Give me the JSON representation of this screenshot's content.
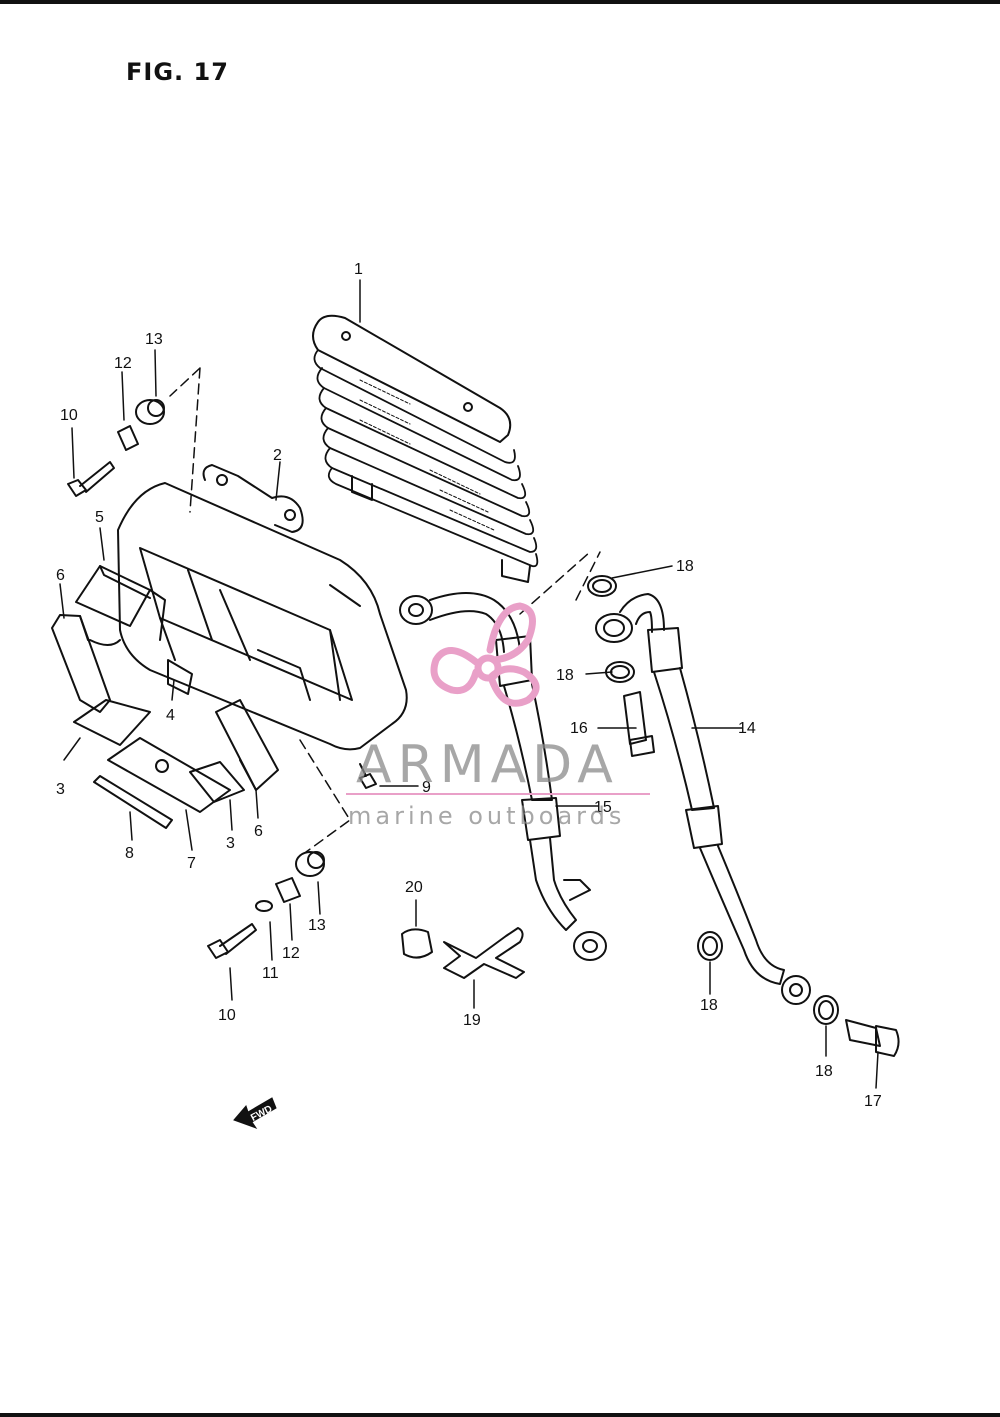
{
  "figure": {
    "title": "FIG. 17"
  },
  "watermark": {
    "brand": "ARMADA",
    "tagline": "marine outboards",
    "logo_color": "#e9a0c8"
  },
  "callouts": [
    {
      "id": "c1",
      "text": "1"
    },
    {
      "id": "c2",
      "text": "2"
    },
    {
      "id": "c3a",
      "text": "3"
    },
    {
      "id": "c3b",
      "text": "3"
    },
    {
      "id": "c4",
      "text": "4"
    },
    {
      "id": "c5",
      "text": "5"
    },
    {
      "id": "c6a",
      "text": "6"
    },
    {
      "id": "c6b",
      "text": "6"
    },
    {
      "id": "c7",
      "text": "7"
    },
    {
      "id": "c8",
      "text": "8"
    },
    {
      "id": "c9",
      "text": "9"
    },
    {
      "id": "c10a",
      "text": "10"
    },
    {
      "id": "c10b",
      "text": "10"
    },
    {
      "id": "c11",
      "text": "11"
    },
    {
      "id": "c12a",
      "text": "12"
    },
    {
      "id": "c12b",
      "text": "12"
    },
    {
      "id": "c13a",
      "text": "13"
    },
    {
      "id": "c13b",
      "text": "13"
    },
    {
      "id": "c14",
      "text": "14"
    },
    {
      "id": "c15",
      "text": "15"
    },
    {
      "id": "c16",
      "text": "16"
    },
    {
      "id": "c17",
      "text": "17"
    },
    {
      "id": "c18a",
      "text": "18"
    },
    {
      "id": "c18b",
      "text": "18"
    },
    {
      "id": "c18c",
      "text": "18"
    },
    {
      "id": "c18d",
      "text": "18"
    },
    {
      "id": "c19",
      "text": "19"
    },
    {
      "id": "c20",
      "text": "20"
    }
  ],
  "direction_arrow": {
    "text": "FWD"
  }
}
